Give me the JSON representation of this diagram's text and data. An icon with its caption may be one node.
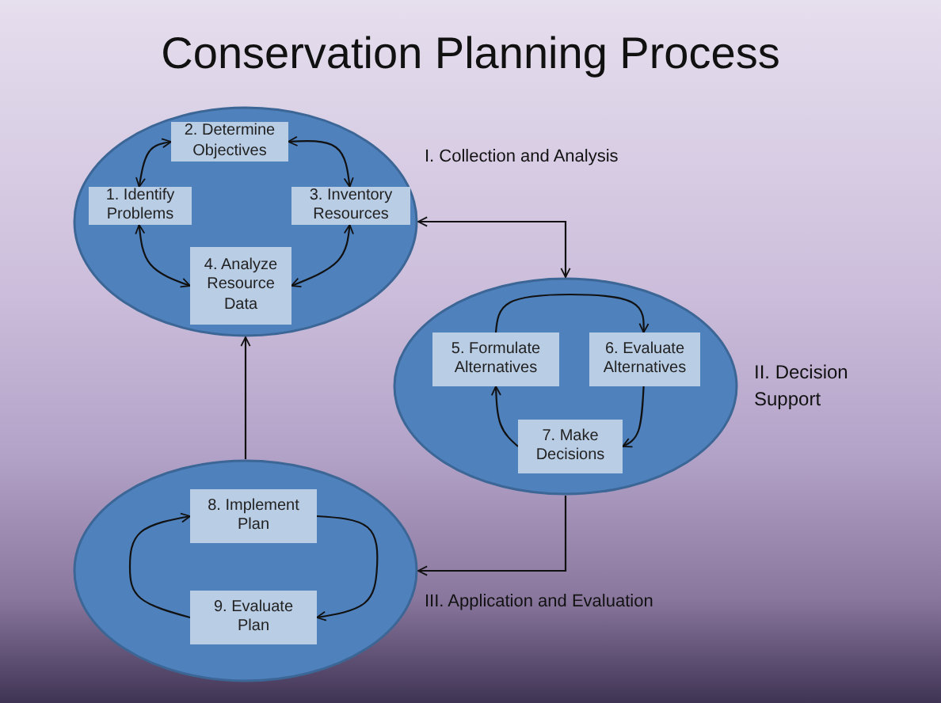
{
  "diagram": {
    "title": "Conservation Planning Process",
    "nodes": [
      {
        "text": [
          "I. Collection and Analysis"
        ]
      },
      {
        "text": [
          "2. Determine Objectives"
        ],
        "in": 0
      },
      {
        "text": [
          "1. Identify Problems"
        ],
        "in": 0
      },
      {
        "text": [
          "3. Inventory Resources"
        ],
        "in": 0
      },
      {
        "text": [
          "4. Analyze Resource Data"
        ],
        "in": 0
      },
      {
        "text": [
          "II. Decision Support"
        ]
      },
      {
        "text": [
          "5. Formulate Alternatives"
        ],
        "in": 5
      },
      {
        "text": [
          "6. Evaluate Alternatives"
        ],
        "in": 5
      },
      {
        "text": [
          "7. Make Decisions"
        ],
        "in": 5
      },
      {
        "text": [
          "III. Application and Evaluation"
        ]
      },
      {
        "text": [
          "8. Implement Plan"
        ],
        "in": 9
      },
      {
        "text": [
          "9. Evaluate Plan"
        ],
        "in": 9
      }
    ],
    "edges": [
      {
        "from": 2,
        "to": 1,
        "arrow": "both"
      },
      {
        "from": 1,
        "to": 3,
        "arrow": "both"
      },
      {
        "from": 3,
        "to": 4,
        "arrow": "both"
      },
      {
        "from": 4,
        "to": 2,
        "arrow": "both"
      },
      {
        "from": 6,
        "to": 7,
        "arrow": "to"
      },
      {
        "from": 7,
        "to": 8,
        "arrow": "to"
      },
      {
        "from": 8,
        "to": 6,
        "arrow": "to"
      },
      {
        "from": 10,
        "to": 11,
        "arrow": "to"
      },
      {
        "from": 11,
        "to": 10,
        "arrow": "to"
      },
      {
        "from": 0,
        "to": 5,
        "arrow": "both"
      },
      {
        "from": 5,
        "to": 9,
        "arrow": "to"
      },
      {
        "from": 9,
        "to": 0,
        "arrow": "to"
      }
    ]
  }
}
